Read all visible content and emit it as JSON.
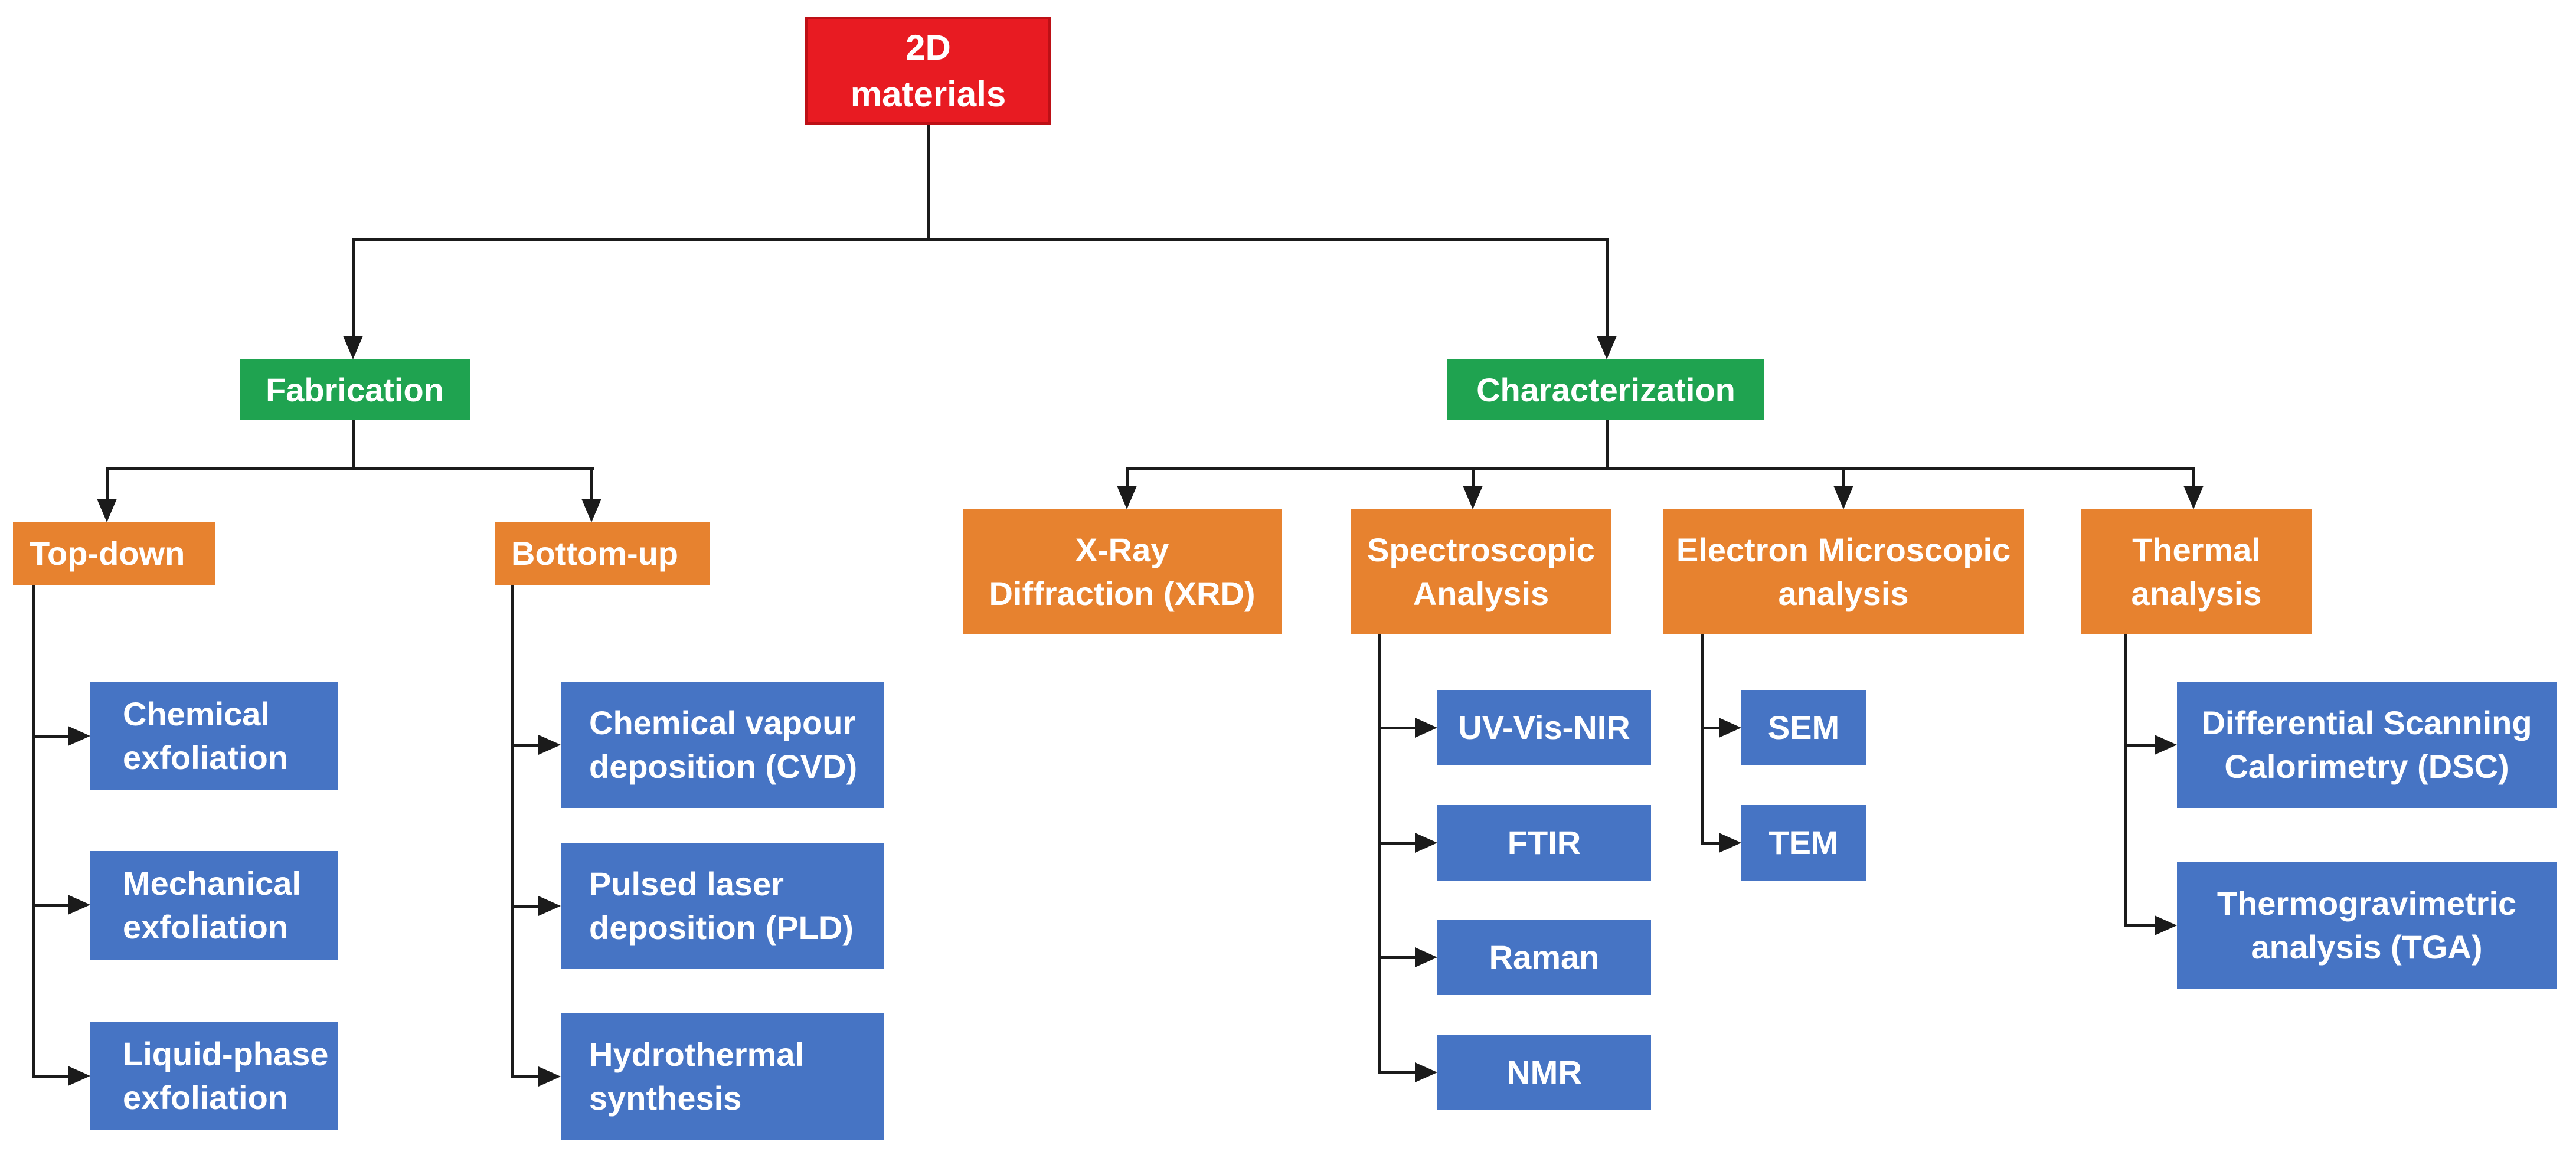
{
  "colors": {
    "root": "#e81b22",
    "branch": "#1fa350",
    "category": "#e7822f",
    "leaf": "#4674c4",
    "line": "#1b1b1b",
    "text": "#ffffff",
    "bg": "#ffffff"
  },
  "nodes": {
    "root": {
      "label": "2D\nmaterials"
    },
    "fabrication": {
      "label": "Fabrication"
    },
    "characterization": {
      "label": "Characterization"
    },
    "top_down": {
      "label": "Top-down"
    },
    "bottom_up": {
      "label": "Bottom-up"
    },
    "xrd": {
      "label": "X-Ray\nDiffraction (XRD)"
    },
    "spectroscopic": {
      "label": "Spectroscopic\nAnalysis"
    },
    "electron_microscopic": {
      "label": "Electron Microscopic\nanalysis"
    },
    "thermal": {
      "label": "Thermal\nanalysis"
    },
    "chemical_exfoliation": {
      "label": "Chemical\nexfoliation"
    },
    "mechanical_exfoliation": {
      "label": "Mechanical\nexfoliation"
    },
    "liquid_phase_exfoliation": {
      "label": "Liquid-phase\nexfoliation"
    },
    "cvd": {
      "label": "Chemical vapour\ndeposition (CVD)"
    },
    "pld": {
      "label": "Pulsed laser\ndeposition (PLD)"
    },
    "hydrothermal": {
      "label": "Hydrothermal\nsynthesis"
    },
    "uv_vis_nir": {
      "label": "UV-Vis-NIR"
    },
    "ftir": {
      "label": "FTIR"
    },
    "raman": {
      "label": "Raman"
    },
    "nmr": {
      "label": "NMR"
    },
    "sem": {
      "label": "SEM"
    },
    "tem": {
      "label": "TEM"
    },
    "dsc": {
      "label": "Differential Scanning\nCalorimetry (DSC)"
    },
    "tga": {
      "label": "Thermogravimetric\nanalysis (TGA)"
    }
  },
  "edges": [
    {
      "from": "root",
      "to": "fabrication"
    },
    {
      "from": "root",
      "to": "characterization"
    },
    {
      "from": "fabrication",
      "to": "top_down"
    },
    {
      "from": "fabrication",
      "to": "bottom_up"
    },
    {
      "from": "top_down",
      "to": "chemical_exfoliation"
    },
    {
      "from": "top_down",
      "to": "mechanical_exfoliation"
    },
    {
      "from": "top_down",
      "to": "liquid_phase_exfoliation"
    },
    {
      "from": "bottom_up",
      "to": "cvd"
    },
    {
      "from": "bottom_up",
      "to": "pld"
    },
    {
      "from": "bottom_up",
      "to": "hydrothermal"
    },
    {
      "from": "characterization",
      "to": "xrd"
    },
    {
      "from": "characterization",
      "to": "spectroscopic"
    },
    {
      "from": "characterization",
      "to": "electron_microscopic"
    },
    {
      "from": "characterization",
      "to": "thermal"
    },
    {
      "from": "spectroscopic",
      "to": "uv_vis_nir"
    },
    {
      "from": "spectroscopic",
      "to": "ftir"
    },
    {
      "from": "spectroscopic",
      "to": "raman"
    },
    {
      "from": "spectroscopic",
      "to": "nmr"
    },
    {
      "from": "electron_microscopic",
      "to": "sem"
    },
    {
      "from": "electron_microscopic",
      "to": "tem"
    },
    {
      "from": "thermal",
      "to": "dsc"
    },
    {
      "from": "thermal",
      "to": "tga"
    }
  ]
}
